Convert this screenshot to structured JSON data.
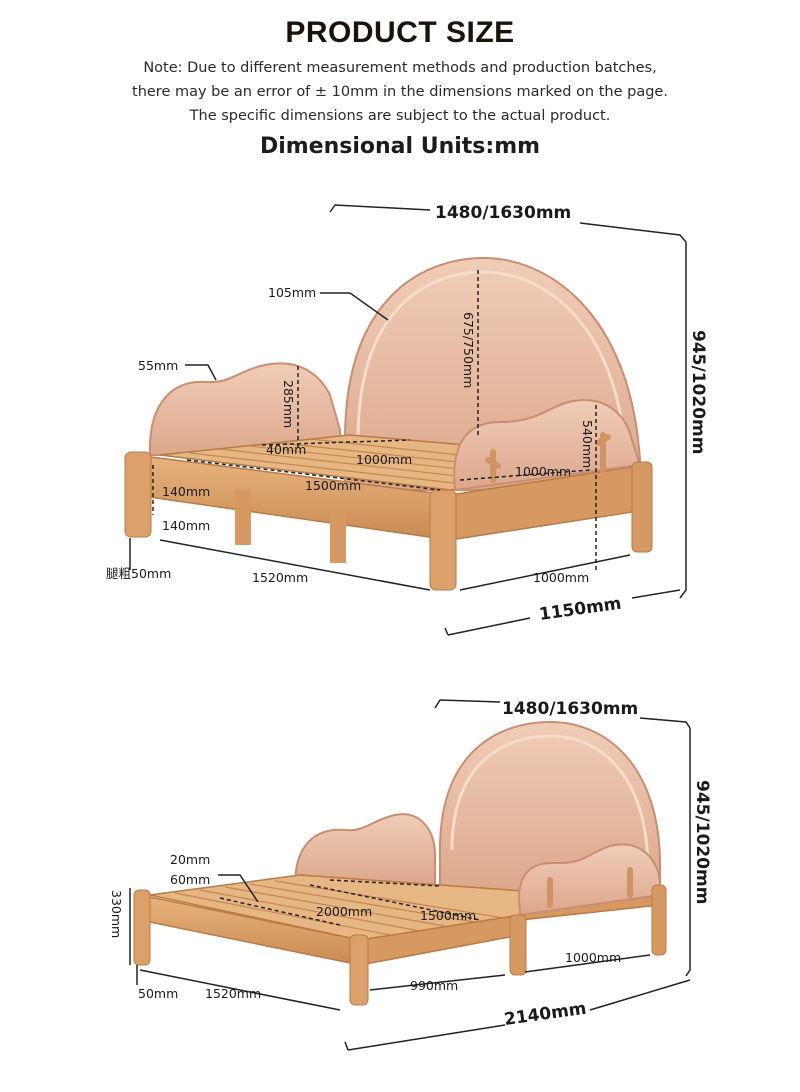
{
  "header": {
    "title": "PRODUCT SIZE",
    "note_lines": [
      "Note: Due to different measurement methods and production batches,",
      "there may be an error of ± 10mm in the dimensions marked on the page.",
      "The specific dimensions are subject to the actual product."
    ],
    "units": "Dimensional Units:mm"
  },
  "figure1": {
    "width_top": "1480/1630mm",
    "height_right": "945/1020mm",
    "depth_bottom": "1150mm",
    "headboard_thickness": "105mm",
    "headboard_height": "675/750mm",
    "side_guard_thickness": "55mm",
    "side_guard_height": "285mm",
    "gap_width": "40mm",
    "slat_width": "1000mm",
    "slat_length": "1500mm",
    "rail_height_1": "140mm",
    "rail_height_2": "140mm",
    "front_guard_height": "540mm",
    "front_guard_length": "1000mm",
    "leg": "腿粗50mm",
    "base_length": "1520mm",
    "base_depth": "1000mm"
  },
  "figure2": {
    "width_top": "1480/1630mm",
    "height_right": "945/1020mm",
    "slat_gap_1": "20mm",
    "slat_gap_2": "60mm",
    "frame_height": "330mm",
    "extended_length": "2000mm",
    "bed_width": "1500mm",
    "leg": "50mm",
    "base_length": "1520mm",
    "pullout_depth": "990mm",
    "front_guard_length": "1000mm",
    "total_depth": "2140mm"
  },
  "colors": {
    "cushion": "#e9bfa6",
    "cushion_light": "#f3d8c6",
    "wood": "#dda269",
    "wood_dark": "#b97a45",
    "line": "#222222"
  }
}
